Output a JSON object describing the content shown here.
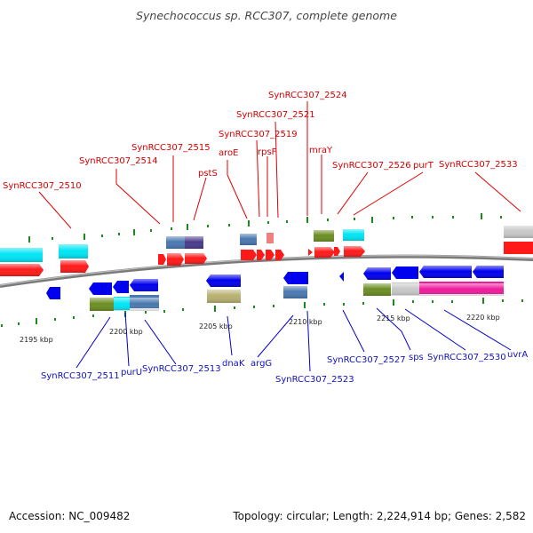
{
  "title": "Synechococcus sp. RCC307, complete genome",
  "footer": {
    "accession": "Accession: NC_009482",
    "stats": "Topology: circular; Length: 2,224,914 bp; Genes: 2,582"
  },
  "colors": {
    "forward_red": "#ff0000",
    "reverse_blue": "#0000ee",
    "cyan": "#00e5f5",
    "steelblue": "#4a78b0",
    "purple": "#4a3a8c",
    "olive": "#6b8e23",
    "khaki": "#b8b070",
    "gray": "#c8c8c8",
    "magenta": "#ee1c9c",
    "backbone": "#888888",
    "tick_green": "#1a8a1a",
    "label_red": "#d40000",
    "label_blue": "#1010c0"
  },
  "scale_labels": [
    "2195 kbp",
    "2200 kbp",
    "2205 kbp",
    "2210 kbp",
    "2215 kbp",
    "2220 kbp"
  ],
  "top_labels": [
    "SynRCC307_2510",
    "SynRCC307_2514",
    "SynRCC307_2515",
    "pstS",
    "aroE",
    "SynRCC307_2519",
    "rpsF",
    "SynRCC307_2521",
    "SynRCC307_2524",
    "mraY",
    "SynRCC307_2526",
    "purT",
    "SynRCC307_2533"
  ],
  "bottom_labels": [
    "SynRCC307_2511",
    "purU",
    "SynRCC307_2513",
    "dnaK",
    "argG",
    "SynRCC307_2523",
    "SynRCC307_2527",
    "sps",
    "SynRCC307_2530",
    "uvrA"
  ]
}
